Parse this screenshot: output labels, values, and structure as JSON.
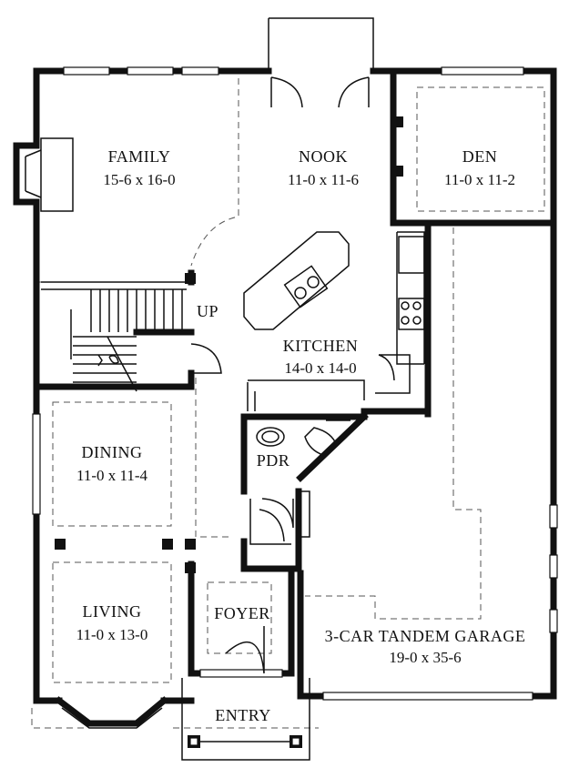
{
  "rooms": {
    "family": {
      "name": "FAMILY",
      "dims": "15-6 x 16-0"
    },
    "nook": {
      "name": "NOOK",
      "dims": "11-0 x 11-6"
    },
    "den": {
      "name": "DEN",
      "dims": "11-0 x 11-2"
    },
    "kitchen": {
      "name": "KITCHEN",
      "dims": "14-0 x 14-0"
    },
    "dining": {
      "name": "DINING",
      "dims": "11-0 x 11-4"
    },
    "living": {
      "name": "LIVING",
      "dims": "11-0 x 13-0"
    },
    "foyer": {
      "name": "FOYER"
    },
    "pdr": {
      "name": "PDR"
    },
    "entry": {
      "name": "ENTRY"
    },
    "garage": {
      "name": "3-CAR TANDEM GARAGE",
      "dims": "19-0 x 35-6"
    }
  },
  "labels": {
    "stairs_up": "UP"
  }
}
